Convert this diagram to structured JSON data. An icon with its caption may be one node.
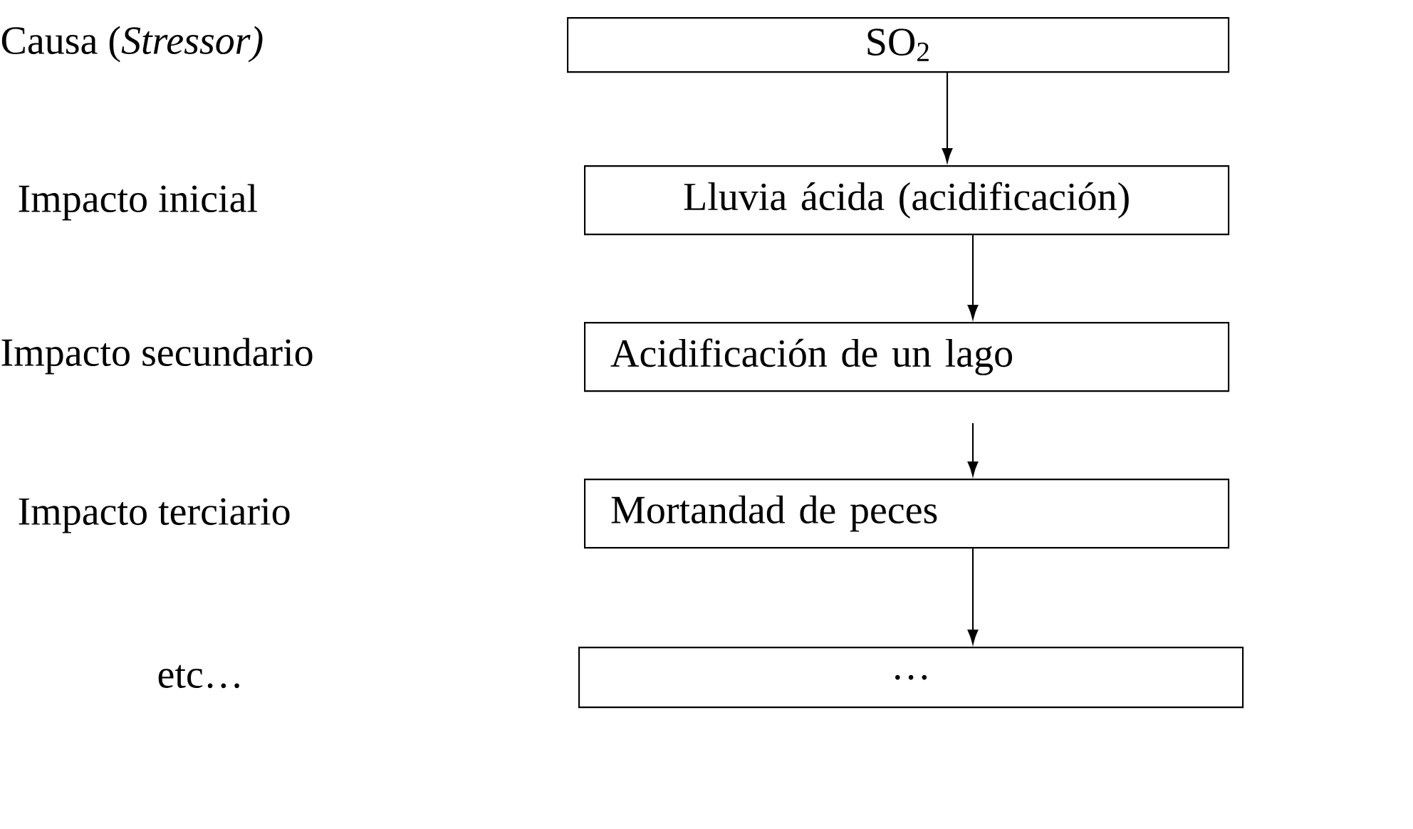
{
  "diagram": {
    "nodes": [
      {
        "text": [
          "SO$_{2}$"
        ]
      },
      {
        "text": [
          "Lluvia ácida (acidificación)"
        ]
      },
      {
        "text": [
          "Acidificación de un lago"
        ]
      },
      {
        "text": [
          "Mortandad de peces"
        ]
      },
      {
        "text": [
          "…"
        ]
      }
    ],
    "edges": [
      {
        "from": 0,
        "to": 1,
        "arrow": "to"
      },
      {
        "from": 1,
        "to": 2,
        "arrow": "to"
      },
      {
        "from": 2,
        "to": 3,
        "arrow": "to"
      },
      {
        "from": 3,
        "to": 4,
        "arrow": "to"
      }
    ],
    "labels": [
      "Causa (*Stressor)*",
      "Impacto inicial",
      "Impacto secundario",
      "Impacto terciario",
      "etc…"
    ]
  }
}
